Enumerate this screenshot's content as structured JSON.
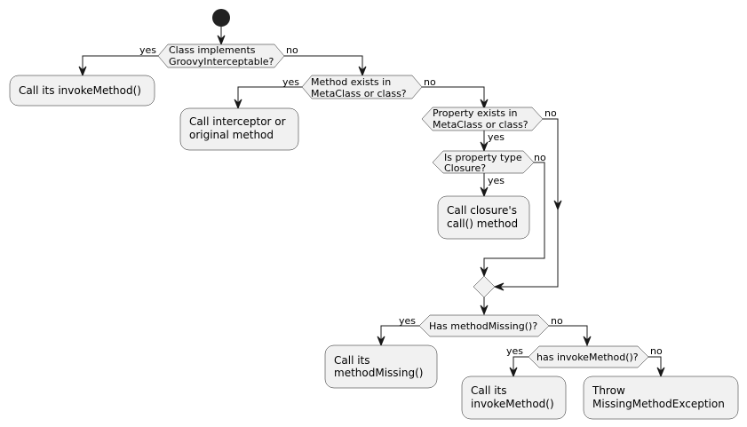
{
  "nodes": {
    "d1": [
      "Class implements",
      "GroovyInterceptable?"
    ],
    "a1": [
      "Call its invokeMethod()"
    ],
    "d2": [
      "Method exists in",
      "MetaClass or class?"
    ],
    "a2": [
      "Call interceptor or",
      "original method"
    ],
    "d3": [
      "Property exists in",
      "MetaClass or class?"
    ],
    "d4": [
      "Is property type",
      "Closure?"
    ],
    "a3": [
      "Call closure's",
      "call() method"
    ],
    "d5": [
      "Has methodMissing()?"
    ],
    "a4": [
      "Call its",
      "methodMissing()"
    ],
    "d6": [
      "has invokeMethod()?"
    ],
    "a5": [
      "Call its",
      "invokeMethod()"
    ],
    "a6": [
      "Throw",
      "MissingMethodException"
    ]
  },
  "labels": {
    "yes": "yes",
    "no": "no"
  }
}
